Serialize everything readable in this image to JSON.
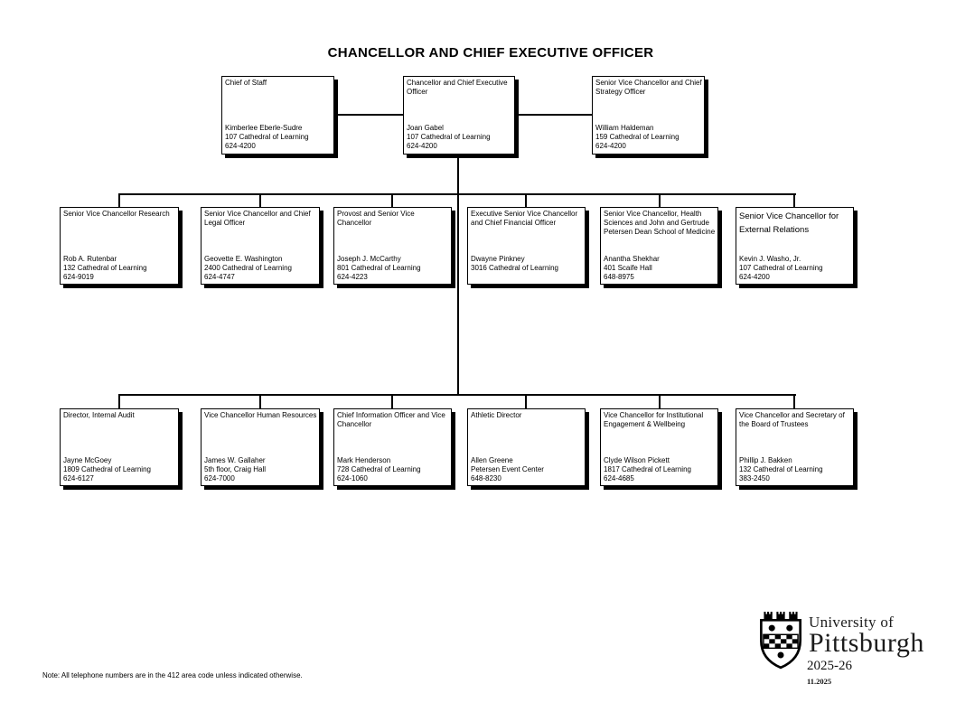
{
  "page_title": "CHANCELLOR AND CHIEF EXECUTIVE OFFICER",
  "rows": [
    {
      "boxes": [
        {
          "title": "Chief of Staff",
          "name": "Kimberlee Eberle-Sudre",
          "location": "107 Cathedral of Learning",
          "phone": "624-4200"
        },
        {
          "title": "Chancellor and Chief Executive Officer",
          "name": "Joan Gabel",
          "location": "107 Cathedral of Learning",
          "phone": "624-4200"
        },
        {
          "title": "Senior Vice Chancellor and Chief Strategy Officer",
          "name": "William Haldeman",
          "location": "159 Cathedral of Learning",
          "phone": "624-4200"
        }
      ]
    },
    {
      "boxes": [
        {
          "title": "Senior Vice Chancellor Research",
          "name": "Rob A. Rutenbar",
          "location": "132 Cathedral of Learning",
          "phone": "624-9019"
        },
        {
          "title": "Senior Vice Chancellor and Chief Legal Officer",
          "name": "Geovette E. Washington",
          "location": "2400 Cathedral of Learning",
          "phone": "624-4747"
        },
        {
          "title": "Provost and Senior Vice Chancellor",
          "name": "Joseph J. McCarthy",
          "location": "801 Cathedral of Learning",
          "phone": "624-4223"
        },
        {
          "title": "Executive Senior Vice Chancellor and Chief Financial Officer",
          "name": "Dwayne Pinkney",
          "location": "3016 Cathedral of Learning",
          "phone": ""
        },
        {
          "title": "Senior Vice Chancellor, Health Sciences and John and Gertrude Petersen Dean School of Medicine",
          "name": "Anantha Shekhar",
          "location": "401 Scaife Hall",
          "phone": "648-8975"
        },
        {
          "title": "Senior Vice Chancellor for External Relations",
          "name": "Kevin J. Washo, Jr.",
          "location": "107 Cathedral of Learning",
          "phone": "624-4200"
        }
      ]
    },
    {
      "boxes": [
        {
          "title": "Director, Internal Audit",
          "name": "Jayne McGoey",
          "location": "1809 Cathedral of Learning",
          "phone": "624-6127"
        },
        {
          "title": "Vice Chancellor Human Resources",
          "name": "James W. Gallaher",
          "location": "5th floor, Craig Hall",
          "phone": "624-7000"
        },
        {
          "title": "Chief Information Officer and Vice Chancellor",
          "name": "Mark Henderson",
          "location": "728 Cathedral of Learning",
          "phone": "624-1060"
        },
        {
          "title": "Athletic Director",
          "name": "Allen Greene",
          "location": "Petersen Event Center",
          "phone": "648-8230"
        },
        {
          "title": "Vice Chancellor for Institutional Engagement & Wellbeing",
          "name": "Clyde Wilson Pickett",
          "location": "1817 Cathedral of Learning",
          "phone": "624-4685"
        },
        {
          "title": "Vice Chancellor and Secretary of the Board of Trustees",
          "name": "Phillip J. Bakken",
          "location": "132 Cathedral of Learning",
          "phone": "383-2450"
        }
      ]
    }
  ],
  "footer": {
    "note": "Note: All telephone numbers are in the 412 area code unless indicated otherwise.",
    "logo": {
      "line1": "University of",
      "line2": "Pittsburgh",
      "year": "2025-26",
      "revision": "11.2025",
      "shield_icon": "pitt-shield-icon"
    }
  },
  "colors": {
    "background": "#ffffff",
    "line": "#000000",
    "box_border": "#000000",
    "text": "#000000",
    "wordmark": "#1c1c1c"
  }
}
